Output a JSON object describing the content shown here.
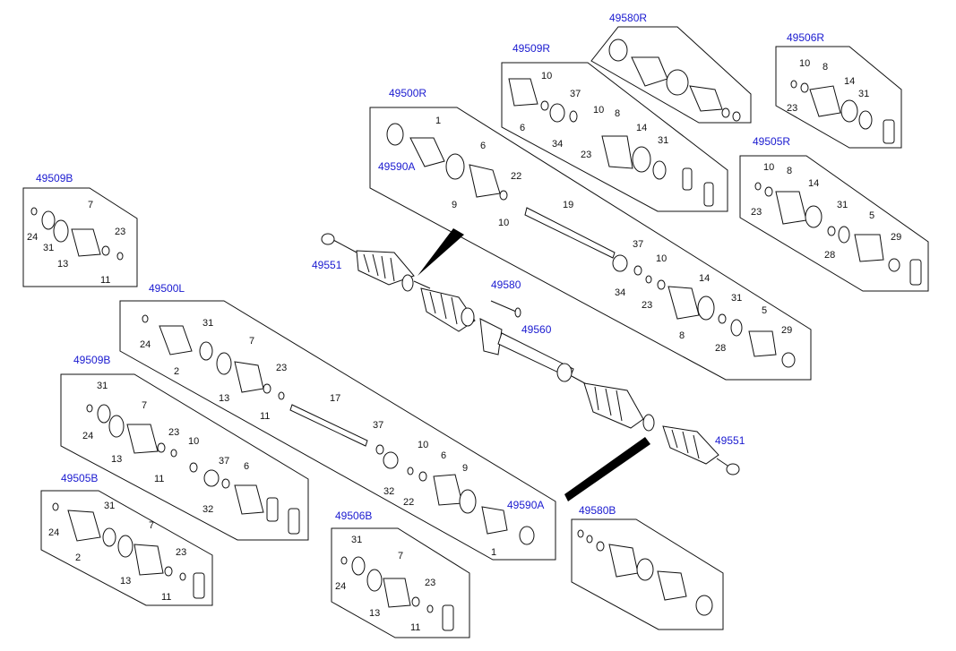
{
  "colors": {
    "reference": "#1a1ad0",
    "text": "#111111",
    "line": "#111111"
  },
  "panels": [
    {
      "id": "49580R",
      "ref": "49580R",
      "labels": []
    },
    {
      "id": "49509R",
      "ref": "49509R",
      "labels": [
        "10",
        "37",
        "10",
        "8",
        "14",
        "31",
        "6",
        "34",
        "23"
      ]
    },
    {
      "id": "49506R",
      "ref": "49506R",
      "labels": [
        "10",
        "8",
        "14",
        "31",
        "23"
      ]
    },
    {
      "id": "49500R",
      "ref": "49500R",
      "labels": [
        "1",
        "6",
        "22",
        "49590A",
        "9",
        "10",
        "19",
        "37",
        "10",
        "14",
        "31",
        "5",
        "34",
        "23",
        "8",
        "28",
        "29"
      ]
    },
    {
      "id": "49505R",
      "ref": "49505R",
      "labels": [
        "10",
        "8",
        "14",
        "31",
        "5",
        "23",
        "28",
        "29"
      ]
    },
    {
      "id": "49509B-top",
      "ref": "49509B",
      "labels": [
        "7",
        "23",
        "24",
        "31",
        "13",
        "11"
      ]
    },
    {
      "id": "49500L",
      "ref": "49500L",
      "labels": [
        "24",
        "31",
        "2",
        "7",
        "23",
        "13",
        "11",
        "17",
        "37",
        "10",
        "6",
        "9",
        "32",
        "22",
        "49590A",
        "1"
      ]
    },
    {
      "id": "49509B-mid",
      "ref": "49509B",
      "labels": [
        "31",
        "7",
        "24",
        "23",
        "13",
        "10",
        "11",
        "37",
        "6",
        "32"
      ]
    },
    {
      "id": "49505B",
      "ref": "49505B",
      "labels": [
        "31",
        "24",
        "7",
        "2",
        "23",
        "13",
        "11"
      ]
    },
    {
      "id": "49506B",
      "ref": "49506B",
      "labels": [
        "31",
        "7",
        "24",
        "23",
        "13",
        "11"
      ]
    },
    {
      "id": "49580B",
      "ref": "49580B",
      "labels": []
    }
  ],
  "assembly": {
    "refs": [
      "49551",
      "49580",
      "49560",
      "49551"
    ]
  }
}
